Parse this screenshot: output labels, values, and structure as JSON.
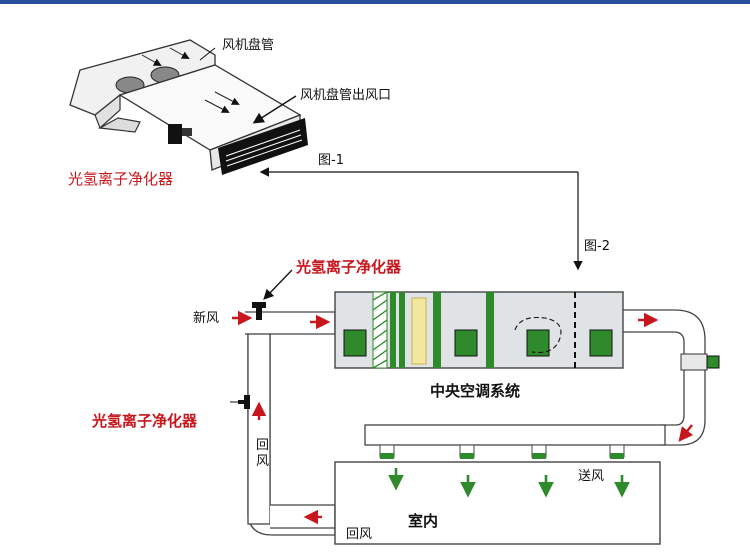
{
  "labels": {
    "fan_coil": "风机盘管",
    "fan_coil_outlet": "风机盘管出风口",
    "purifier": "光氢离子净化器",
    "fig1": "图-1",
    "fig2": "图-2",
    "fresh_air": "新风",
    "return_air_vertical": "回\n风",
    "return_air": "回风",
    "central_ac": "中央空调系统",
    "supply_air": "送风",
    "indoor": "室内"
  },
  "colors": {
    "top_bar": "#2a4f9e",
    "purifier_text": "#c8161d",
    "arrow_red": "#c8161d",
    "coil_green": "#2f8a2b",
    "duct_fill": "#ffffff",
    "duct_stroke": "#444444",
    "unit_fill": "#dfe3e6"
  }
}
